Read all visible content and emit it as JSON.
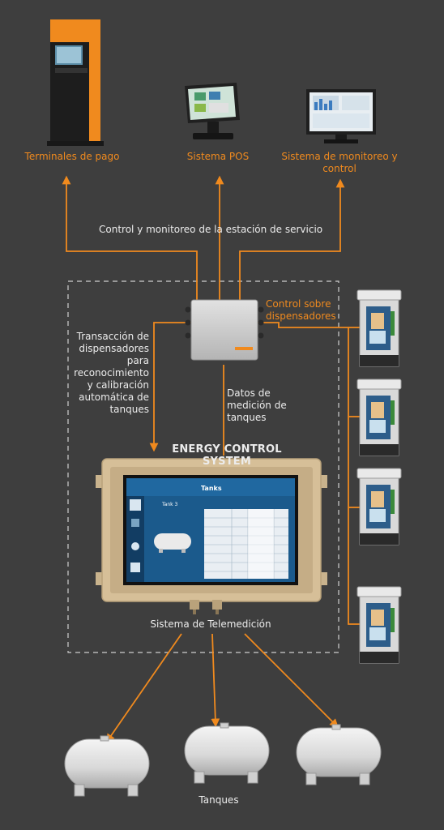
{
  "colors": {
    "background": "#3e3e3e",
    "accent": "#f08a1e",
    "line": "#f08a1e",
    "dashed_border": "#cfcfcf",
    "text": "#ececec"
  },
  "top_devices": [
    {
      "label": "Terminales de pago",
      "icon": "payment-terminal-icon"
    },
    {
      "label": "Sistema POS",
      "icon": "pos-terminal-icon"
    },
    {
      "label": "Sistema de monitoreo y control",
      "icon": "monitor-icon"
    }
  ],
  "labels": {
    "control_station": "Control y monitoreo de la estación de servicio",
    "control_dispensers": "Control sobre dispensadores",
    "transactions": "Transacción de dispensadores para reconocimiento y calibración automática de tanques",
    "tank_data": "Datos de medición de tanques",
    "system_title": "ENERGY CONTROL SYSTEM",
    "telemetry": "Sistema de Telemedición",
    "tanks": "Tanques"
  },
  "screen": {
    "header": "Tanks",
    "tank_label": "Tank 3"
  },
  "dispenser_count": 4,
  "tank_count": 3
}
